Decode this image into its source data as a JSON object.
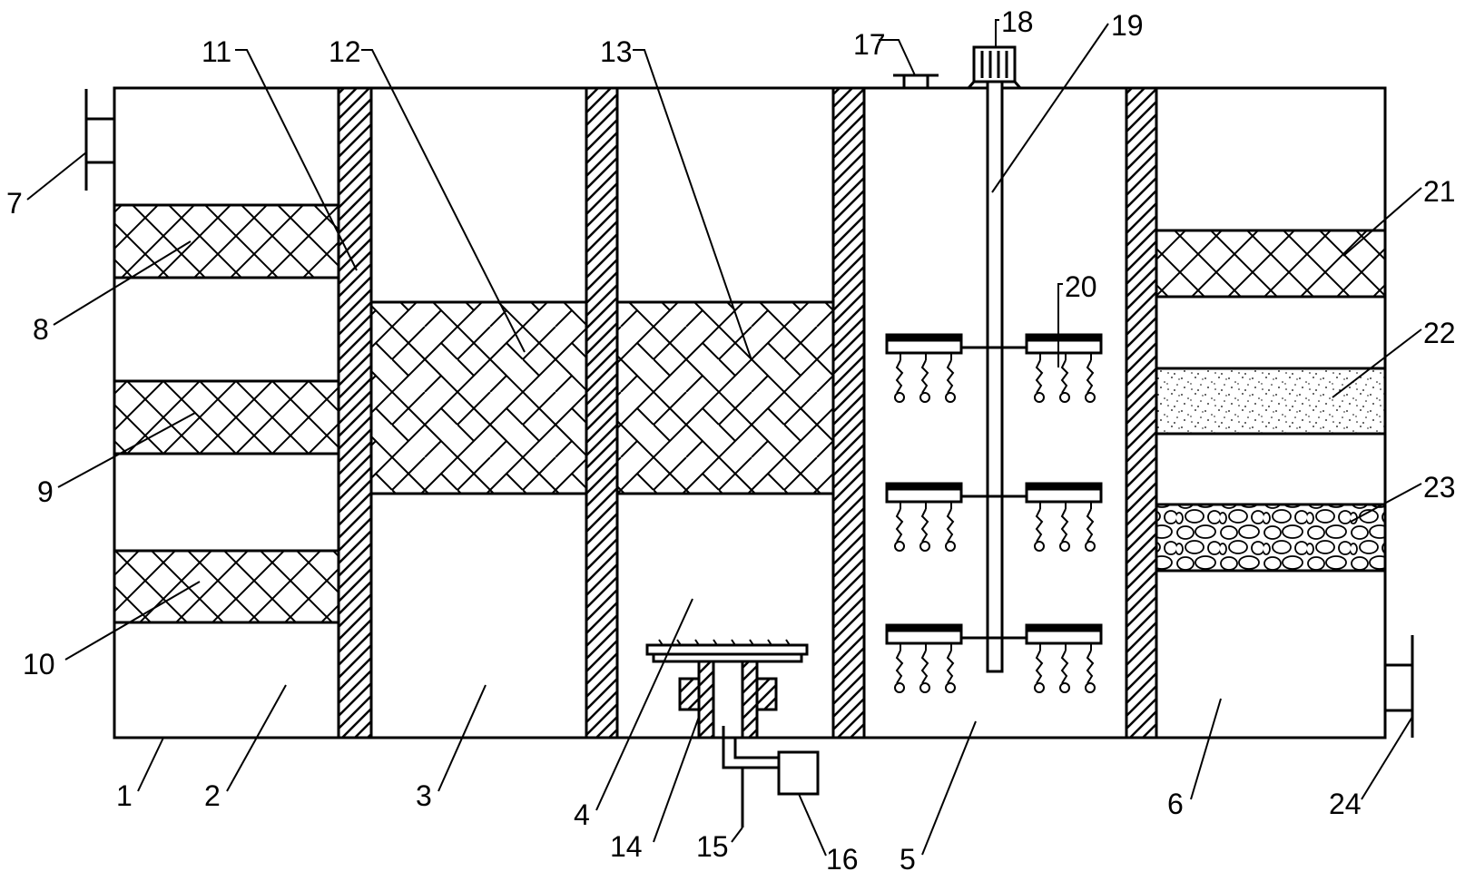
{
  "callouts": [
    "1",
    "2",
    "3",
    "4",
    "5",
    "6",
    "7",
    "8",
    "9",
    "10",
    "11",
    "12",
    "13",
    "14",
    "15",
    "16",
    "17",
    "18",
    "19",
    "20",
    "21",
    "22",
    "23",
    "24"
  ],
  "colors": {
    "stroke": "#000000",
    "background": "#ffffff"
  }
}
